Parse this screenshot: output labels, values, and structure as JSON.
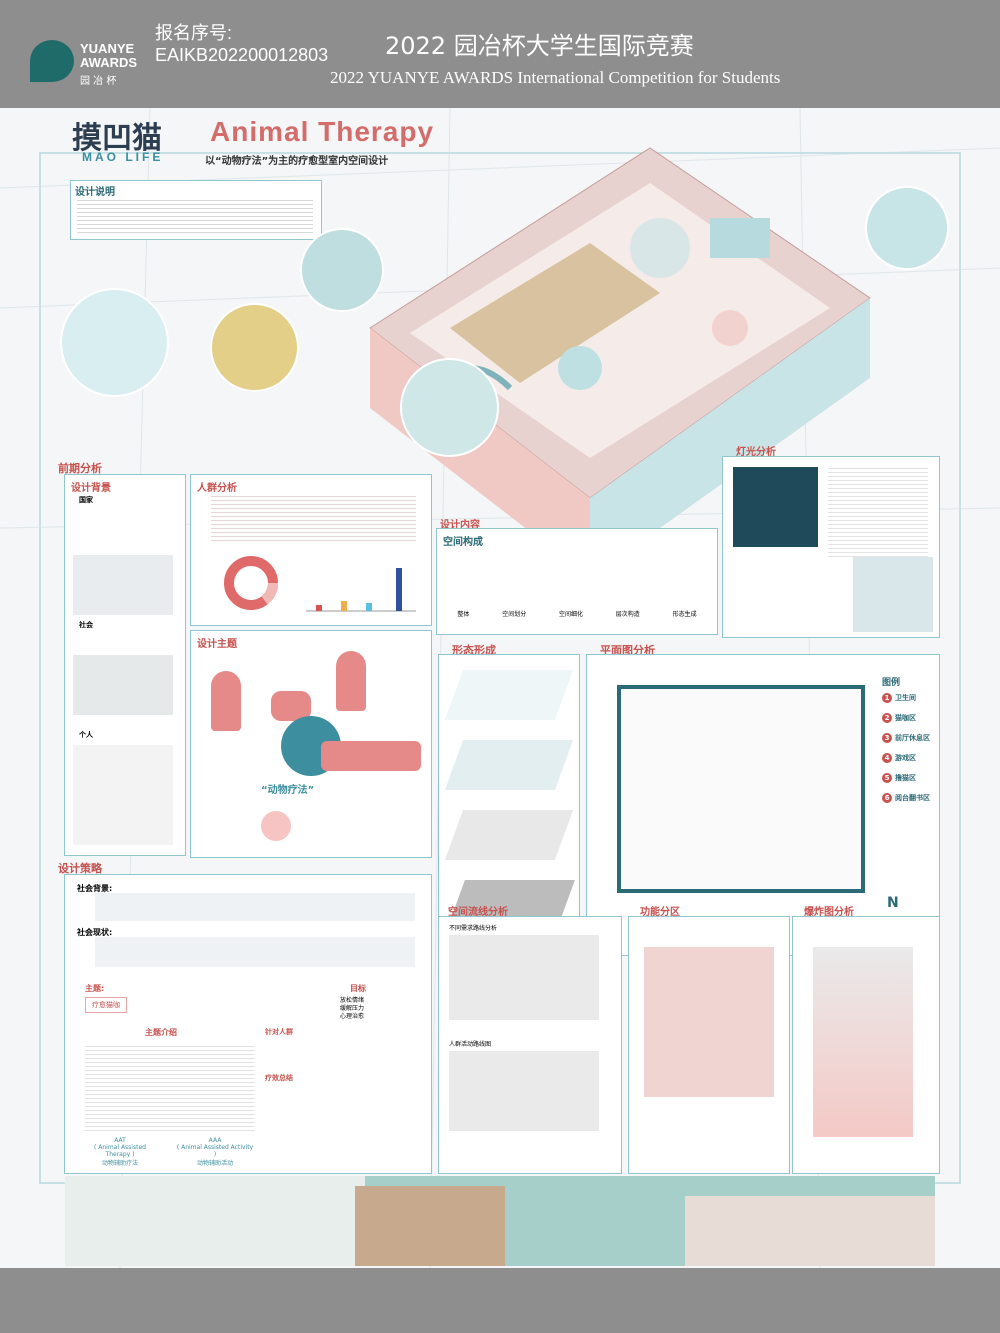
{
  "header": {
    "logo_en": "YUANYE AWARDS",
    "logo_cn": "园 冶 杯",
    "reg_label": "报名序号:",
    "reg_number": "EAIKB202200012803",
    "title_cn": "2022 园冶杯大学生国际竞赛",
    "title_en": "2022 YUANYE AWARDS International Competition for  Students"
  },
  "poster": {
    "title_cn": "摸凹猫",
    "title_en": "Animal Therapy",
    "subtitle_en": "MAO LIFE",
    "subtitle_cn": "以“动物疗法”为主的疗愈型室内空间设计",
    "design_desc_title": "设计说明",
    "sections": {
      "pre_analysis": "前期分析",
      "design_bg": "设计背景",
      "crowd": "人群分析",
      "theme": "设计主题",
      "strategy": "设计策略",
      "content": "设计内容",
      "space_form": "空间构成",
      "shape": "形态形成",
      "plan": "平面图分析",
      "light": "灯光分析",
      "flow": "空间流线分析",
      "zone": "功能分区",
      "explode": "爆炸图分析"
    },
    "bg_items": [
      "国家",
      "社会",
      "个人"
    ],
    "space_steps": [
      "整体",
      "空间划分",
      "空间细化",
      "层次构造",
      "形态生成"
    ],
    "legend_title": "图例",
    "legend": [
      "卫生间",
      "猫咖区",
      "前厅休息区",
      "游戏区",
      "撸猫区",
      "阅台翻书区"
    ],
    "therapy_label": "“动物疗法”",
    "strategy_social_bg": "社会背景:",
    "strategy_social_now": "社会现状:",
    "theme_label": "主题:",
    "theme_value": "疗愈猫咖",
    "target_label": "目标",
    "target_lines": [
      "放松情绪",
      "缓解压力",
      "心理治愈"
    ],
    "theme_intro": "主题介绍",
    "target_group": "针对人群",
    "therapy_form": "疗效总结",
    "flow_labels": [
      "不同需求路线分析",
      "人群活动路线图"
    ],
    "aaa_1": "AAT",
    "aaa_1_text": "( Animal Assisted Therapy )",
    "aaa_1_cn": "动物辅助疗法",
    "aaa_2": "AAA",
    "aaa_2_text": "( Animal Assisted Activity )",
    "aaa_2_cn": "动物辅助活动",
    "compass": "N"
  }
}
